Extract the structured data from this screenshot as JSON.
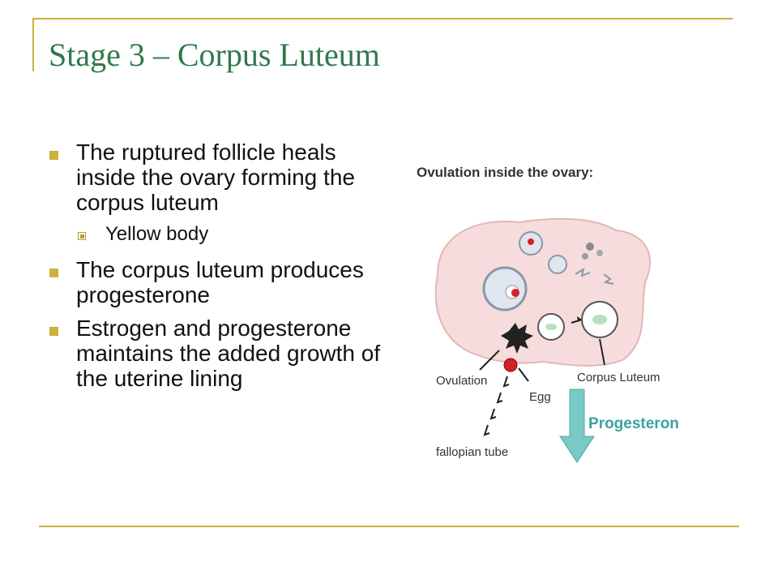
{
  "slide": {
    "title": "Stage 3 – Corpus Luteum",
    "bullets": [
      {
        "text": "The ruptured follicle heals inside the ovary forming the corpus luteum",
        "sub": [
          "Yellow body"
        ]
      },
      {
        "text": "The corpus luteum produces progesterone",
        "sub": []
      },
      {
        "text": "Estrogen and progesterone maintains the added growth of the uterine lining",
        "sub": []
      }
    ]
  },
  "figure": {
    "heading": "Ovulation inside the ovary:",
    "labels": {
      "ovulation": "Ovulation",
      "egg": "Egg",
      "corpus_luteum": "Corpus Luteum",
      "progesteron": "Progesteron",
      "fallopian_tube": "fallopian tube"
    }
  },
  "colors": {
    "title": "#2f7a4a",
    "accent": "#c9b23e",
    "ovary_fill": "#f6dcdc",
    "egg_red": "#d6202a",
    "progesteron_arrow": "#79c9c6",
    "progesteron_text": "#3aa39f"
  }
}
